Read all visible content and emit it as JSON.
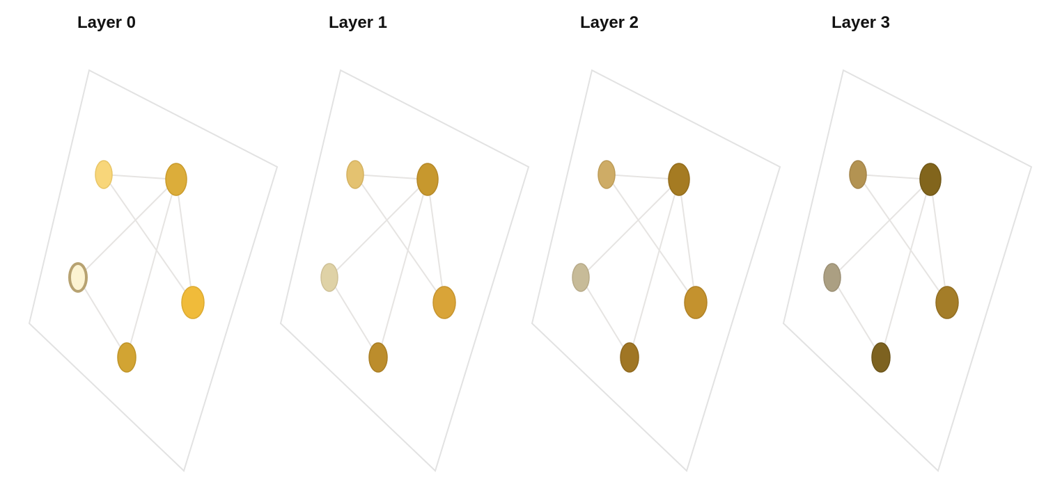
{
  "layers": [
    {
      "title": "Layer 0",
      "node_colors": [
        "#f8d67a",
        "#dcad3a",
        "#fcf3d2",
        "#f0bb3a",
        "#d2a433"
      ],
      "node_strokes": [
        "#e8c566",
        "#c99b2c",
        "#b7a271",
        "#dcaa30",
        "#bf9428"
      ]
    },
    {
      "title": "Layer 1",
      "node_colors": [
        "#e4c270",
        "#c7982e",
        "#dfd2a6",
        "#d9a438",
        "#bc8d2c"
      ],
      "node_strokes": [
        "#d4b262",
        "#b58828",
        "#cec096",
        "#c6942e",
        "#a97e24"
      ]
    },
    {
      "title": "Layer 2",
      "node_colors": [
        "#ceac66",
        "#a57b22",
        "#c7bb98",
        "#c4922e",
        "#a07624"
      ],
      "node_strokes": [
        "#bd9c58",
        "#936c1c",
        "#b7aa88",
        "#b08226",
        "#8e681e"
      ]
    },
    {
      "title": "Layer 3",
      "node_colors": [
        "#b39352",
        "#82651c",
        "#ab9f82",
        "#a47d28",
        "#7d6220"
      ],
      "node_strokes": [
        "#a3844a",
        "#715818",
        "#9b8f74",
        "#926e22",
        "#6c551b"
      ]
    }
  ],
  "graph": {
    "edges": [
      [
        0,
        1
      ],
      [
        0,
        3
      ],
      [
        1,
        2
      ],
      [
        1,
        3
      ],
      [
        1,
        4
      ],
      [
        2,
        4
      ]
    ]
  },
  "colors": {
    "edge": "#e6e4e2",
    "plane_border": "#e2e2e2",
    "title": "#111111"
  }
}
